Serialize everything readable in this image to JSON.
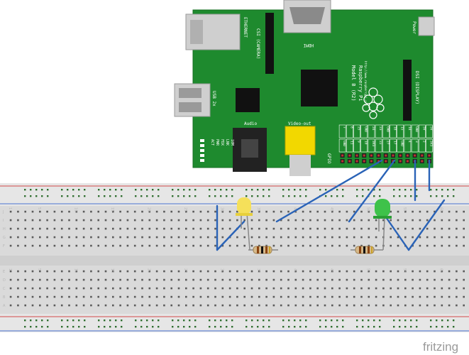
{
  "app": {
    "watermark": "fritzing"
  },
  "board": {
    "model_line1": "Raspberry Pi",
    "model_line2": "Model B (R2)",
    "url": "http://www.raspberrypi.org",
    "ethernet": "ETHERNET",
    "camera": "CSI (CAMERA)",
    "hdmi": "HDMI",
    "power": "Power",
    "usb": "USB 2x",
    "display": "DSI (DISPLAY)",
    "audio": "Audio",
    "video_out": "Video-out",
    "gpio": "GPIO",
    "leds": [
      "ACT",
      "PWR",
      "FDX",
      "LNK",
      "10M"
    ],
    "pins_top": [
      "5V",
      "5V",
      "GND",
      "14",
      "15",
      "18",
      "GND",
      "23",
      "24",
      "GND",
      "25",
      "8",
      "7"
    ],
    "pins_bottom": [
      "3V3",
      "2",
      "3",
      "4",
      "GND",
      "17",
      "27",
      "22",
      "3V3",
      "10",
      "9",
      "11",
      "GND"
    ]
  },
  "breadboard": {
    "column_numbers": [
      "1",
      "5",
      "10",
      "15",
      "20",
      "25",
      "30",
      "35",
      "40",
      "45",
      "50",
      "55",
      "60"
    ],
    "row_letters_top": [
      "J",
      "I",
      "H",
      "G",
      "F"
    ],
    "row_letters_bottom": [
      "E",
      "D",
      "C",
      "B",
      "A"
    ]
  },
  "components": {
    "led_left_color": "#f5e05a",
    "led_right_color": "#3ec24a",
    "wire_color": "#2a63b7",
    "board_color": "#1e8a2e"
  }
}
